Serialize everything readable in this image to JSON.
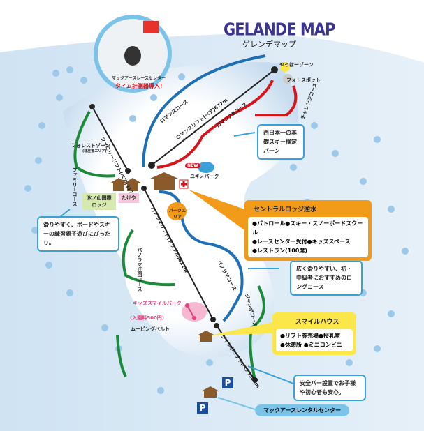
{
  "header": {
    "title": "GELANDE MAP",
    "subtitle": "ゲレンデマップ"
  },
  "photo": {
    "caption": "マックアースレースセンター",
    "headline": "タイム計測器導入!"
  },
  "lifts": [
    {
      "name": "ファミリーリフト(ペア)317m"
    },
    {
      "name": "ロマンスリフト(ペア)677m"
    },
    {
      "name": "パノラマリフト(トリプル)811m"
    },
    {
      "name": "ジャンボリフト(ペア)304m"
    }
  ],
  "courses": {
    "family": "ファミリーコース",
    "romance": "ロマンスコース",
    "romance_b": "ロマンスBコース",
    "challenge": "チャレンジコース",
    "panorama": "パノラマコース",
    "panorama_detour": "パノラマ迂回コース",
    "jumbo": "ジャンボコース"
  },
  "places": {
    "forest_zone": "フォレストゾーン",
    "forest_zone_sub": "(非圧雪エリア)",
    "yahho": "やっほーゾーン",
    "photo_spot": "フォトスポット",
    "new_badge": "NEW",
    "yukino_park": "ユキノパーク",
    "park_area": "パークエリア",
    "lodge": "氷ノ山国際ロッジ",
    "takeya": "たけや",
    "kids_park": "キッズスマイルパーク",
    "kids_fee": "(入園料500円)",
    "moving_belt": "ムービングベルト",
    "parking": "P"
  },
  "notes": {
    "family": "滑りやすく、ボードやスキーの練習親子遊びにぴったり。",
    "romance": "西日本一の基礎スキー検定バーン",
    "panorama": "広く滑りやすい、初・中級者におすすめのロングコース",
    "jumbo": "安全バー設置でお子様や初心者も安心。"
  },
  "central_lodge": {
    "title": "セントラルロッジ逆水",
    "items": [
      "●パトロール●スキー・スノーボードスクール",
      "●レースセンター受付●キッズスペース",
      "●レストラン(100席)"
    ]
  },
  "smile_house": {
    "title": "スマイルハウス",
    "items": [
      "●リフト券売場●授乳室",
      "●休憩所 ●ミニコンビニ"
    ]
  },
  "rental": "マックアースレンタルセンター",
  "colors": {
    "blue_course": "#1f6fb5",
    "red_course": "#d7141c",
    "green_course": "#1b8a3a",
    "title": "#3a3590"
  }
}
